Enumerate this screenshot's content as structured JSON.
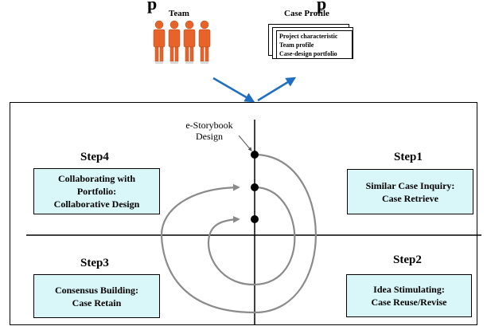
{
  "header": {
    "partial_title_left": "p",
    "partial_title_right": "p"
  },
  "team": {
    "label": "Team"
  },
  "case_profile": {
    "label": "Case Profile",
    "items": [
      "Project characteristic",
      "Team profile",
      "Case-design portfolio"
    ]
  },
  "annotation": {
    "line1": "e-Storybook",
    "line2": "Design"
  },
  "steps": [
    {
      "label": "Step1",
      "lines": [
        "Similar Case Inquiry:",
        "Case Retrieve"
      ]
    },
    {
      "label": "Step2",
      "lines": [
        "Idea Stimulating:",
        "Case Reuse/Revise"
      ]
    },
    {
      "label": "Step3",
      "lines": [
        "Consensus Building:",
        "Case Retain"
      ]
    },
    {
      "label": "Step4",
      "lines": [
        "Collaborating with",
        "Portfolio:",
        "Collaborative Design"
      ]
    }
  ],
  "colors": {
    "box_fill": "#d9f7f9",
    "arrow_blue": "#1f6fc0",
    "spiral_gray": "#8a8a8a",
    "figure_orange": "#e8632a"
  }
}
